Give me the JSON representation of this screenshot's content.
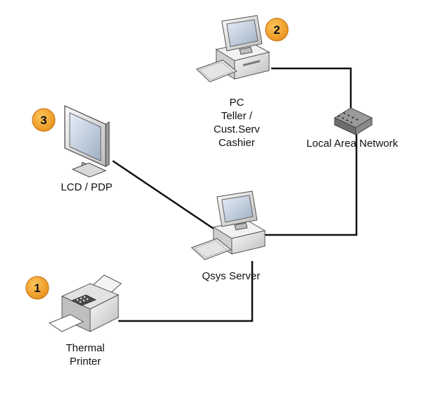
{
  "colors": {
    "badge_fill": "#F5A623",
    "badge_stroke": "#C9791A",
    "link": "#111111",
    "device_body": "#E9E9E9",
    "device_dark": "#8C8C8C",
    "screen": "#C8D4E2"
  },
  "nodes": {
    "pc": {
      "badge": "2",
      "icon": "desktop-computer-icon",
      "label_lines": [
        "PC",
        "Teller /",
        "Cust.Serv",
        "Cashier"
      ]
    },
    "lan": {
      "icon": "network-switch-icon",
      "label": "Local Area Network"
    },
    "lcd": {
      "badge": "3",
      "icon": "lcd-monitor-icon",
      "label": "LCD / PDP"
    },
    "server": {
      "icon": "server-computer-icon",
      "label": "Qsys Server"
    },
    "printer": {
      "badge": "1",
      "icon": "thermal-printer-icon",
      "label_lines": [
        "Thermal",
        "Printer"
      ]
    }
  }
}
